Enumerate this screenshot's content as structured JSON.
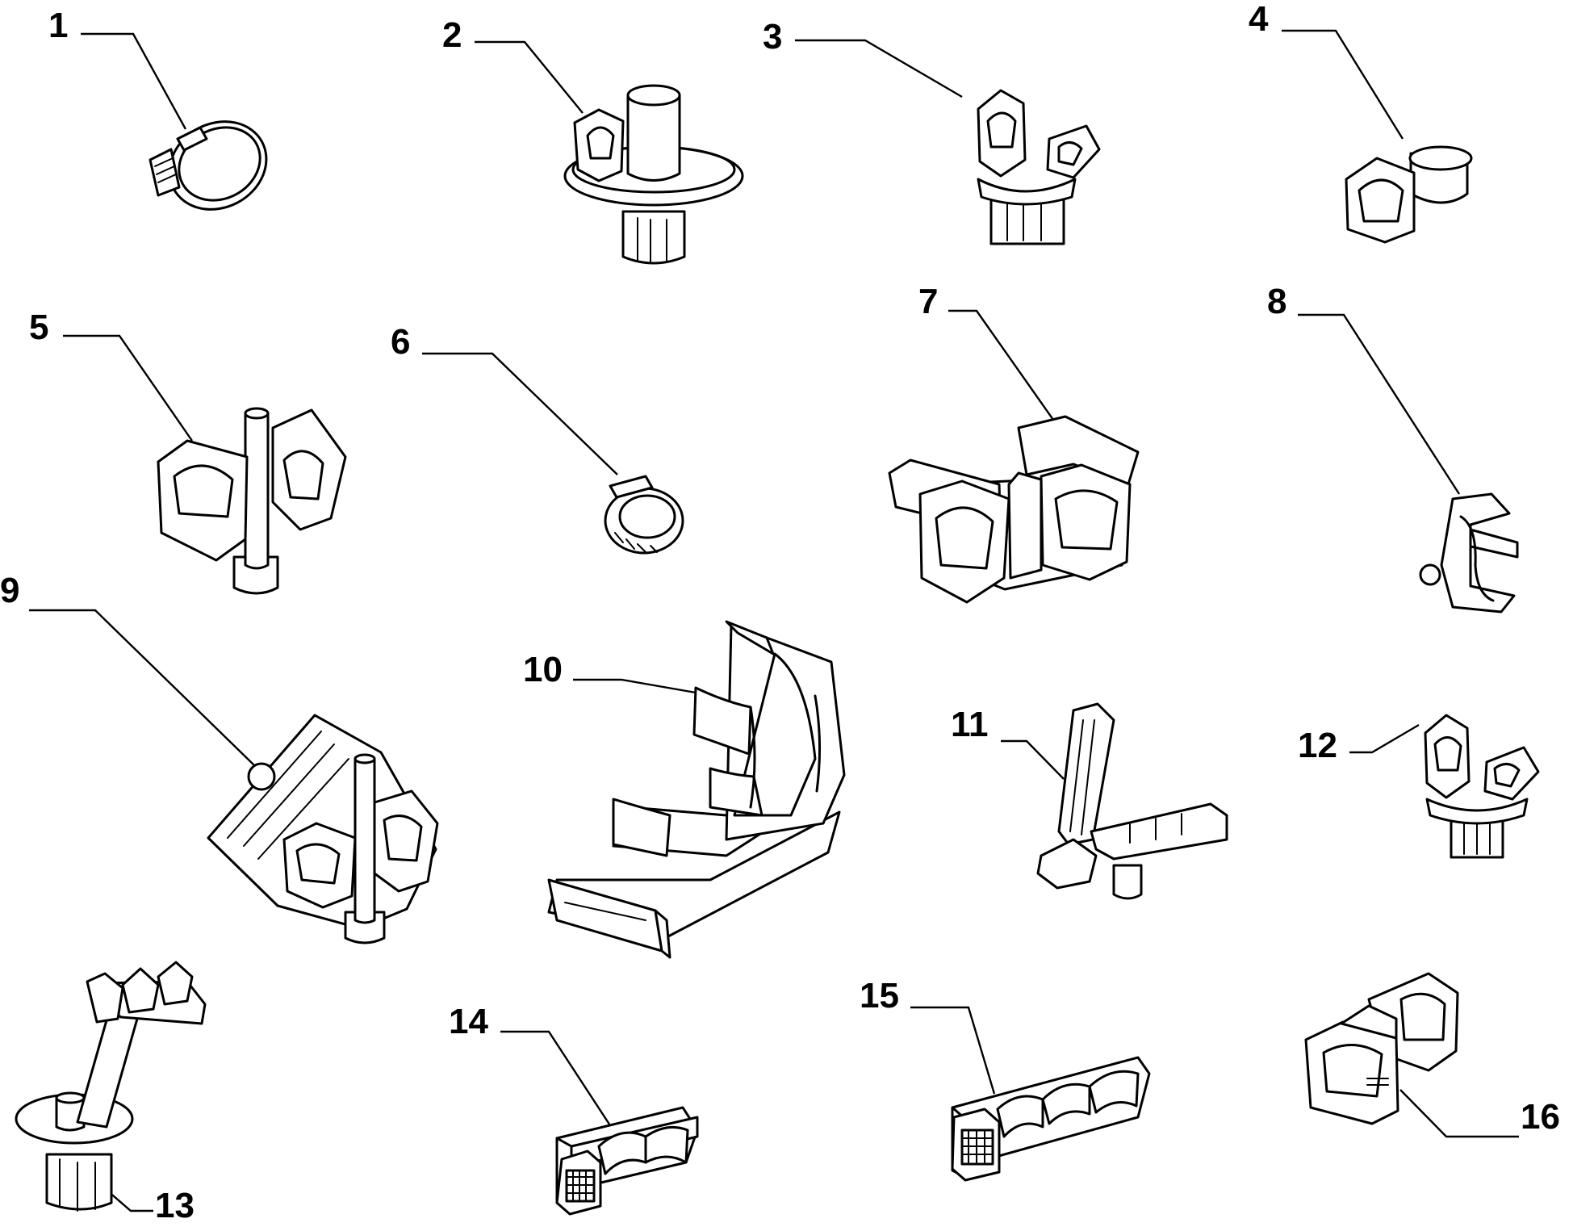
{
  "labels": [
    "1",
    "2",
    "3",
    "4",
    "5",
    "6",
    "7",
    "8",
    "9",
    "10",
    "11",
    "12",
    "13",
    "14",
    "15",
    "16"
  ],
  "colors": {
    "line": "#000000",
    "background": "#ffffff"
  }
}
